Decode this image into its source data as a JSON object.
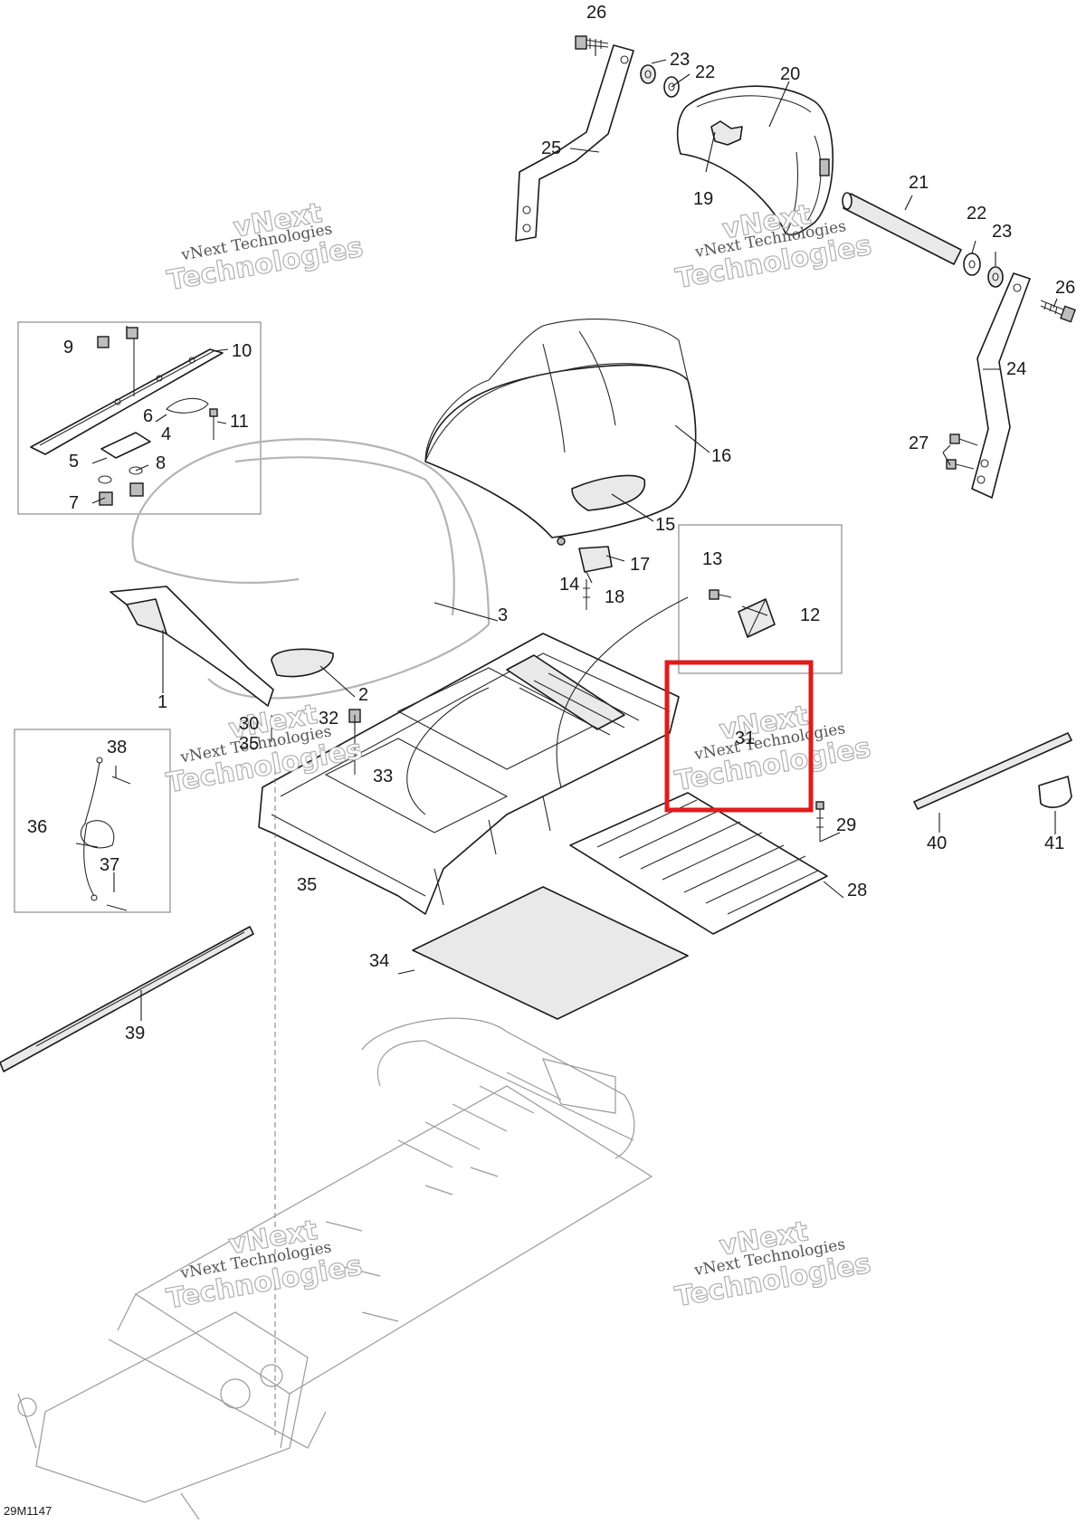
{
  "diagram_code": "29M1147",
  "watermark": {
    "line1": "vNext",
    "line2": "vNext Technologies",
    "line3": "Technologies"
  },
  "callouts": [
    "1",
    "2",
    "3",
    "4",
    "5",
    "6",
    "7",
    "8",
    "9",
    "10",
    "11",
    "12",
    "13",
    "14",
    "15",
    "16",
    "17",
    "18",
    "19",
    "20",
    "21",
    "22",
    "23",
    "24",
    "25",
    "26",
    "27",
    "28",
    "29",
    "30",
    "31",
    "32",
    "33",
    "34",
    "35",
    "36",
    "37",
    "38",
    "39",
    "40",
    "41"
  ],
  "highlight": {
    "part": "31",
    "color": "#e01b1b"
  }
}
